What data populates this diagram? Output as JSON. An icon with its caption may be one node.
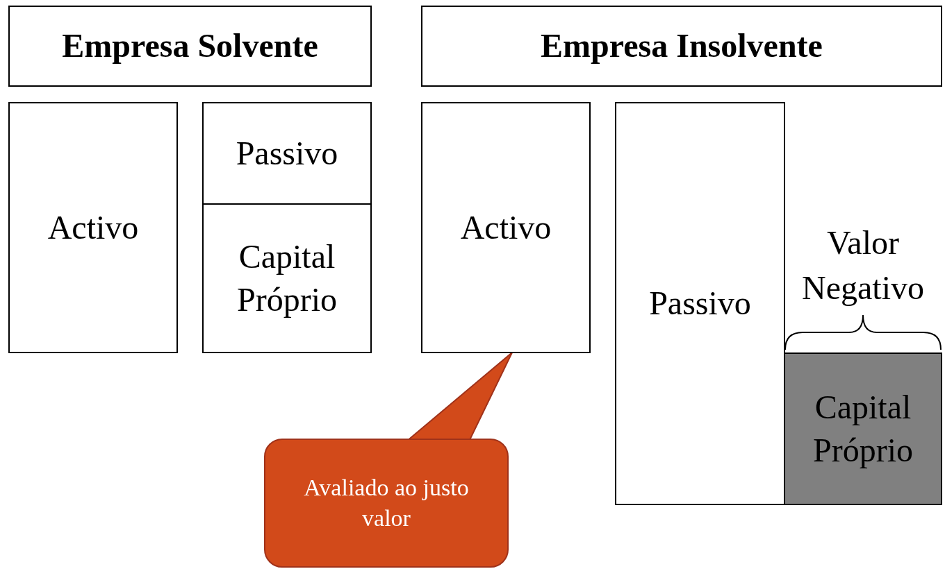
{
  "diagram": {
    "nodes": [
      {
        "text": [
          "Empresa Solvente"
        ]
      },
      {
        "text": [
          "Empresa Insolvente"
        ]
      },
      {
        "text": [
          "Activo"
        ]
      },
      {
        "text": [
          "Passivo"
        ]
      },
      {
        "text": [
          "Capital Próprio"
        ]
      },
      {
        "text": [
          "Activo"
        ]
      },
      {
        "text": [
          "Passivo"
        ]
      },
      {
        "text": [
          "Capital Próprio"
        ]
      },
      {
        "text": [
          "Avaliado ao justo valor"
        ]
      }
    ],
    "edges": [
      {
        "from": 8,
        "to": 5,
        "arrow": "to"
      }
    ],
    "labels": [
      "Valor Negativo"
    ]
  }
}
